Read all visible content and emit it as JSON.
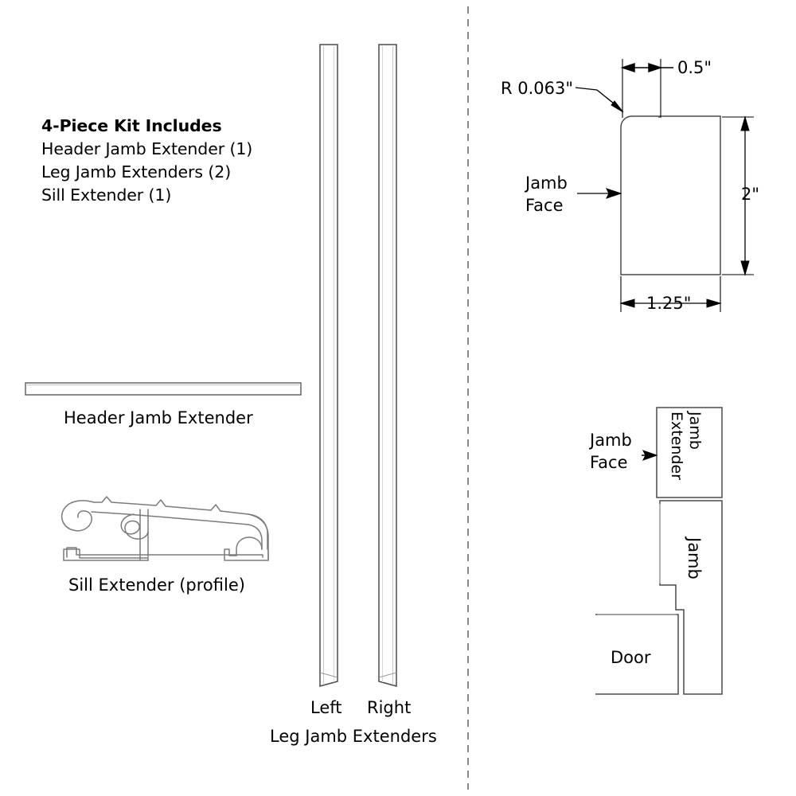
{
  "document": {
    "title": "4-Piece Jamb Extender Kit Diagram",
    "type": "technical-line-drawing",
    "background_color": "#ffffff",
    "line_color": "#000000",
    "thin_line_color": "#808080"
  },
  "kit_list": {
    "heading": "4-Piece Kit Includes",
    "items": [
      "Header Jamb Extender (1)",
      "Leg Jamb Extenders (2)",
      "Sill Extender (1)"
    ]
  },
  "parts": {
    "header_jamb_extender_label": "Header Jamb Extender",
    "sill_extender_label": "Sill Extender (profile)",
    "leg_left_label": "Left",
    "leg_right_label": "Right",
    "leg_group_label": "Leg Jamb Extenders"
  },
  "jamb_profile": {
    "dim_width": "1.25\"",
    "dim_height": "2\"",
    "dim_offset": "0.5\"",
    "radius_note": "R 0.063\"",
    "face_callout": "Jamb\nFace",
    "face_callout_line1": "Jamb",
    "face_callout_line2": "Face"
  },
  "assembly": {
    "face_callout_line1": "Jamb",
    "face_callout_line2": "Face",
    "jamb_extender_label": "Jamb\nExtender",
    "jamb_extender_label_line1": "Jamb",
    "jamb_extender_label_line2": "Extender",
    "jamb_label": "Jamb",
    "door_label": "Door"
  },
  "divider": {
    "orientation": "vertical",
    "style": "dashed"
  }
}
